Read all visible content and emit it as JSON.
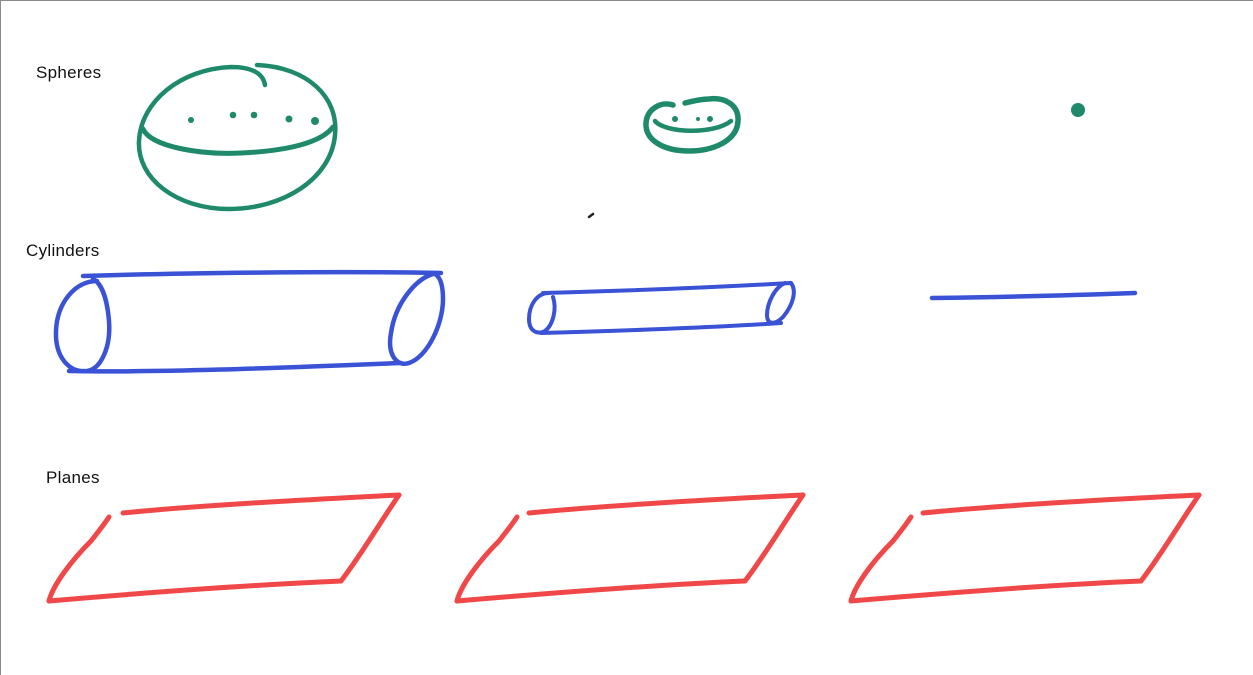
{
  "labels": {
    "spheres": "Spheres",
    "cylinders": "Cylinders",
    "planes": "Planes"
  },
  "colors": {
    "spheres": "#1f8a6a",
    "cylinders": "#3a52d6",
    "planes": "#f04848",
    "text": "#111111"
  },
  "rows": [
    {
      "name": "Spheres",
      "items": [
        "large-sphere",
        "small-sphere",
        "point-sphere"
      ]
    },
    {
      "name": "Cylinders",
      "items": [
        "large-cylinder",
        "thin-cylinder",
        "line-cylinder"
      ]
    },
    {
      "name": "Planes",
      "items": [
        "plane-1",
        "plane-2",
        "plane-3"
      ]
    }
  ]
}
